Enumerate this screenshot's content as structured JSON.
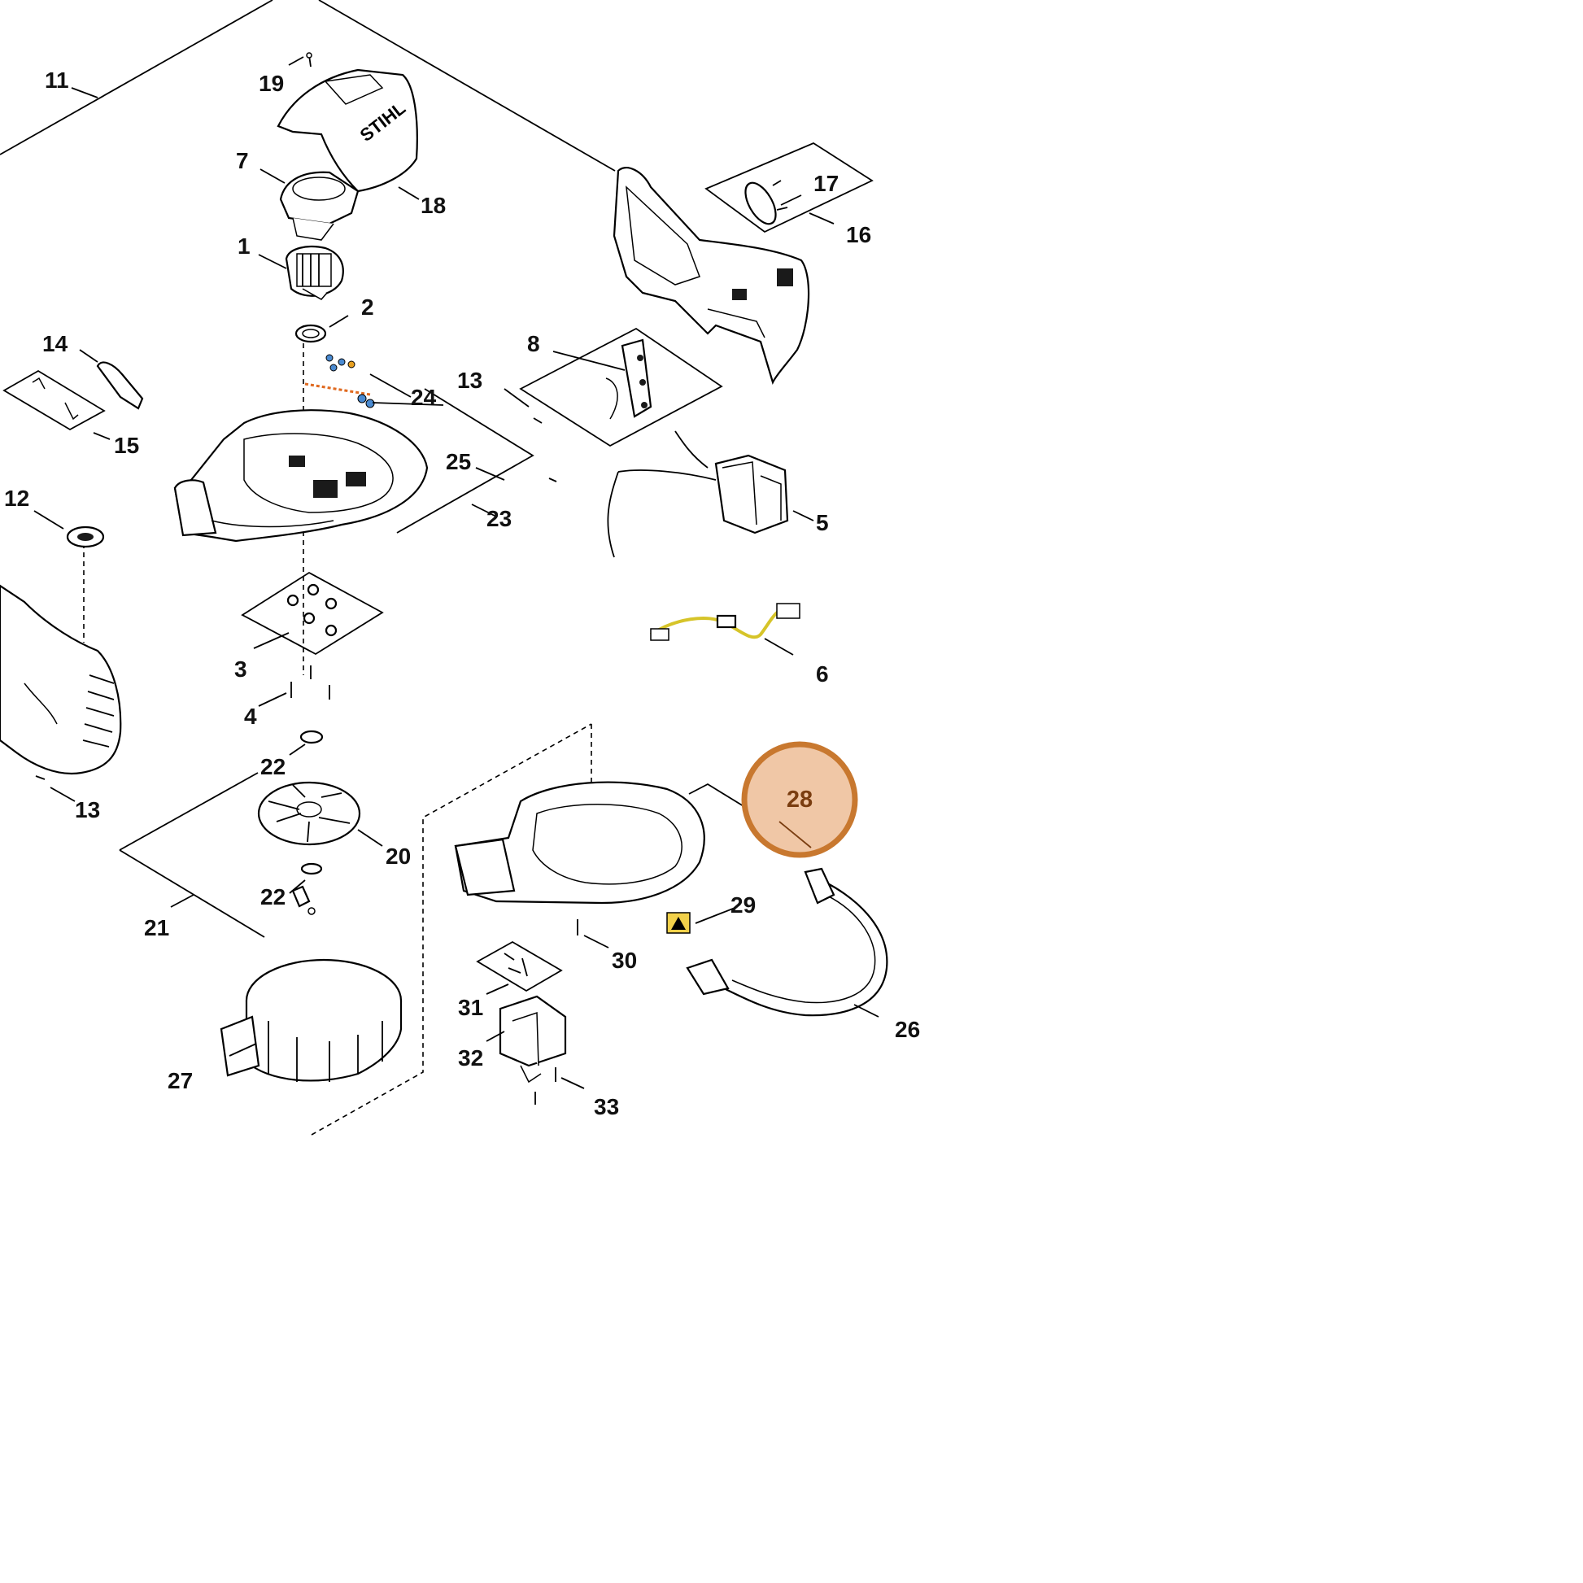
{
  "callouts": {
    "c1": "1",
    "c2": "2",
    "c3": "3",
    "c4": "4",
    "c5": "5",
    "c6": "6",
    "c7": "7",
    "c8": "8",
    "c11": "11",
    "c12": "12",
    "c13a": "13",
    "c13b": "13",
    "c14": "14",
    "c15": "15",
    "c16": "16",
    "c17": "17",
    "c18": "18",
    "c19": "19",
    "c20": "20",
    "c21": "21",
    "c22a": "22",
    "c22b": "22",
    "c23": "23",
    "c24": "24",
    "c25": "25",
    "c26": "26",
    "c27": "27",
    "c28": "28",
    "c29": "29",
    "c30": "30",
    "c31": "31",
    "c32": "32",
    "c33": "33"
  },
  "highlight": {
    "part": "28",
    "fill_color": "#f0c7a6",
    "stroke_color": "#c8782f",
    "text_color": "#7a3d10"
  },
  "logo": "STIHL"
}
